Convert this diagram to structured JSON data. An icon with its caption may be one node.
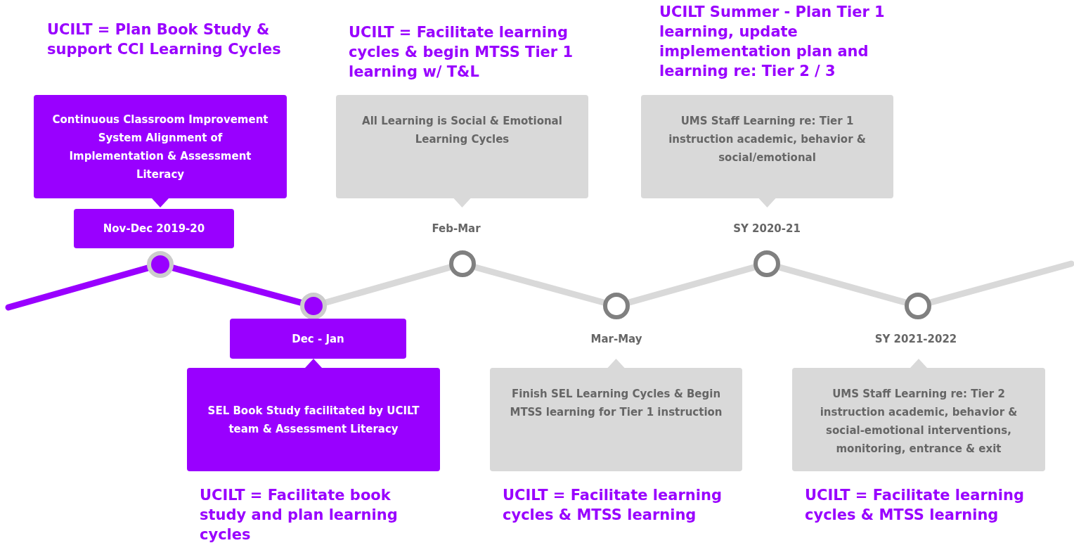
{
  "diagram": {
    "nodes": [
      {
        "text": [
          "Continuous Classroom Improvement System Alignment of Implementation & Assessment Literacy"
        ]
      },
      {
        "text": [
          "Nov-Dec 2019-20"
        ]
      },
      {
        "text": [],
        "shape": "circle"
      },
      {
        "text": [],
        "shape": "circle"
      },
      {
        "text": [
          "Dec - Jan"
        ]
      },
      {
        "text": [
          "SEL Book Study facilitated by UCILT team & Assessment Literacy"
        ]
      },
      {
        "text": [
          "All Learning is Social & Emotional Learning Cycles"
        ]
      },
      {
        "text": [],
        "shape": "circle"
      },
      {
        "text": [],
        "shape": "circle"
      },
      {
        "text": [
          "Finish SEL Learning Cycles & Begin MTSS learning for Tier 1 instruction"
        ]
      },
      {
        "text": [
          "UMS Staff Learning re: Tier 1 instruction academic, behavior & social/emotional"
        ]
      },
      {
        "text": [],
        "shape": "circle"
      },
      {
        "text": [],
        "shape": "circle"
      },
      {
        "text": [
          "UMS Staff Learning re: Tier 2 instruction academic, behavior & social-emotional interventions, monitoring, entrance & exit"
        ]
      }
    ],
    "edges": [
      {
        "from": 0,
        "to": 1,
        "arrow": "to",
        "color": "#9900ff"
      },
      {
        "from": 5,
        "to": 4,
        "arrow": "to",
        "color": "#9900ff"
      },
      {
        "from": null,
        "to": 2,
        "arrow": "none",
        "color": "#9900ff"
      },
      {
        "from": 2,
        "to": 3,
        "arrow": "none",
        "color": "#9900ff"
      },
      {
        "from": 3,
        "to": 7,
        "arrow": "none"
      },
      {
        "from": 7,
        "to": 8,
        "arrow": "none"
      },
      {
        "from": 8,
        "to": 11,
        "arrow": "none"
      },
      {
        "from": 11,
        "to": 12,
        "arrow": "none"
      },
      {
        "from": 12,
        "to": null,
        "arrow": "none"
      }
    ],
    "labels": [
      "UCILT = Plan Book Study & support CCI Learning Cycles",
      "UCILT = Facilitate learning cycles & begin MTSS Tier 1 learning w/ T&L",
      "Feb-Mar",
      "UCILT Summer - Plan Tier 1 learning, update implementation plan and learning re: Tier 2 / 3",
      "SY 2020-21",
      "Mar-May",
      "SY 2021-2022",
      "UCILT = Facilitate book study and plan learning cycles",
      "UCILT = Facilitate learning cycles & MTSS learning",
      "UCILT = Facilitate learning cycles & MTSS learning"
    ]
  }
}
